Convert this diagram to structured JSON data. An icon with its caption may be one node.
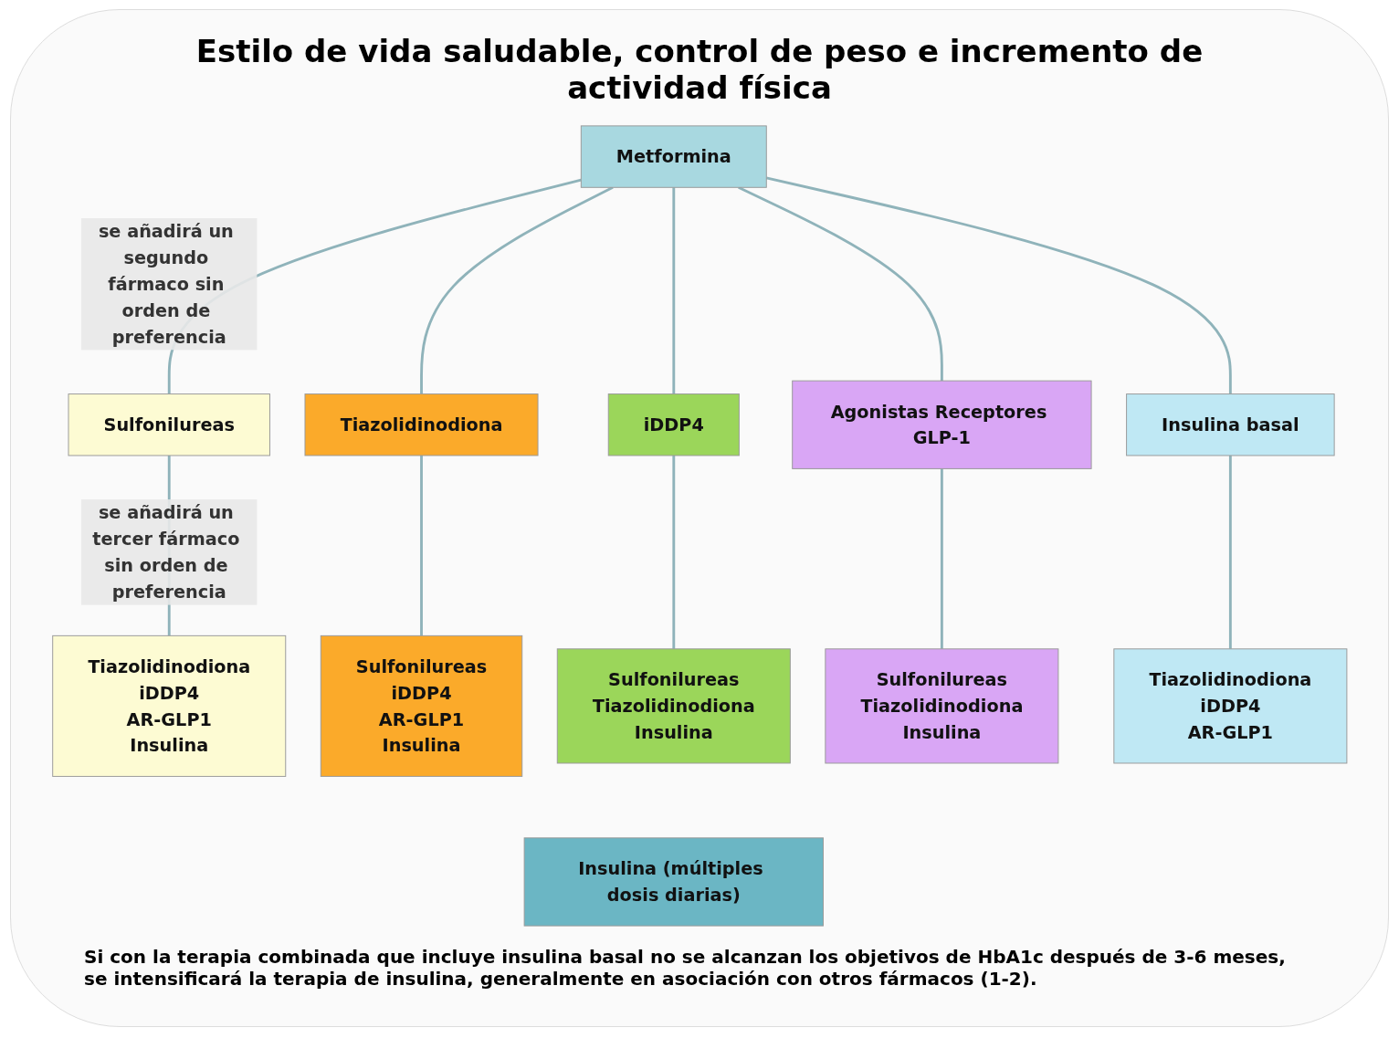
{
  "diagram": {
    "title": "Estilo de vida saludable, control de peso e incremento de  actividad física",
    "nodes": [
      {
        "text": [
          "Metformina"
        ]
      },
      {
        "text": [
          "Sulfonilureas"
        ]
      },
      {
        "text": [
          "Tiazolidinodiona"
        ]
      },
      {
        "text": [
          "iDDP4"
        ]
      },
      {
        "text": [
          "Agonistas Receptores GLP-1"
        ]
      },
      {
        "text": [
          "Insulina basal"
        ]
      },
      {
        "text": [
          "Tiazolidinodiona",
          "iDDP4",
          "AR-GLP1",
          "Insulina"
        ]
      },
      {
        "text": [
          "Sulfonilureas",
          "iDDP4",
          "AR-GLP1",
          "Insulina"
        ]
      },
      {
        "text": [
          "Sulfonilureas",
          "Tiazolidinodiona",
          "Insulina"
        ]
      },
      {
        "text": [
          "Sulfonilureas",
          "Tiazolidinodiona",
          "Insulina"
        ]
      },
      {
        "text": [
          "Tiazolidinodiona",
          "iDDP4",
          "AR-GLP1"
        ]
      },
      {
        "text": [
          "Insulina (múltiples dosis diarias)"
        ]
      }
    ],
    "edges": [
      {
        "from": 0,
        "to": 1,
        "arrow": "none",
        "label": "se añadirá un segundo fármaco sin orden de preferencia"
      },
      {
        "from": 0,
        "to": 2,
        "arrow": "none"
      },
      {
        "from": 0,
        "to": 3,
        "arrow": "none"
      },
      {
        "from": 0,
        "to": 4,
        "arrow": "none"
      },
      {
        "from": 0,
        "to": 5,
        "arrow": "none"
      },
      {
        "from": 1,
        "to": 6,
        "arrow": "none",
        "label": "se añadirá un tercer fármaco sin orden de preferencia"
      },
      {
        "from": 2,
        "to": 7,
        "arrow": "none"
      },
      {
        "from": 3,
        "to": 8,
        "arrow": "none"
      },
      {
        "from": 4,
        "to": 9,
        "arrow": "none"
      },
      {
        "from": 5,
        "to": 10,
        "arrow": "none"
      }
    ],
    "labels": [
      "Si con la terapia combinada que incluye insulina basal no se alcanzan los objetivos de HbA1c después de 3-6 meses, se intensificará la terapia de insulina, generalmente en asociación con otros fármacos (1-2)."
    ]
  }
}
